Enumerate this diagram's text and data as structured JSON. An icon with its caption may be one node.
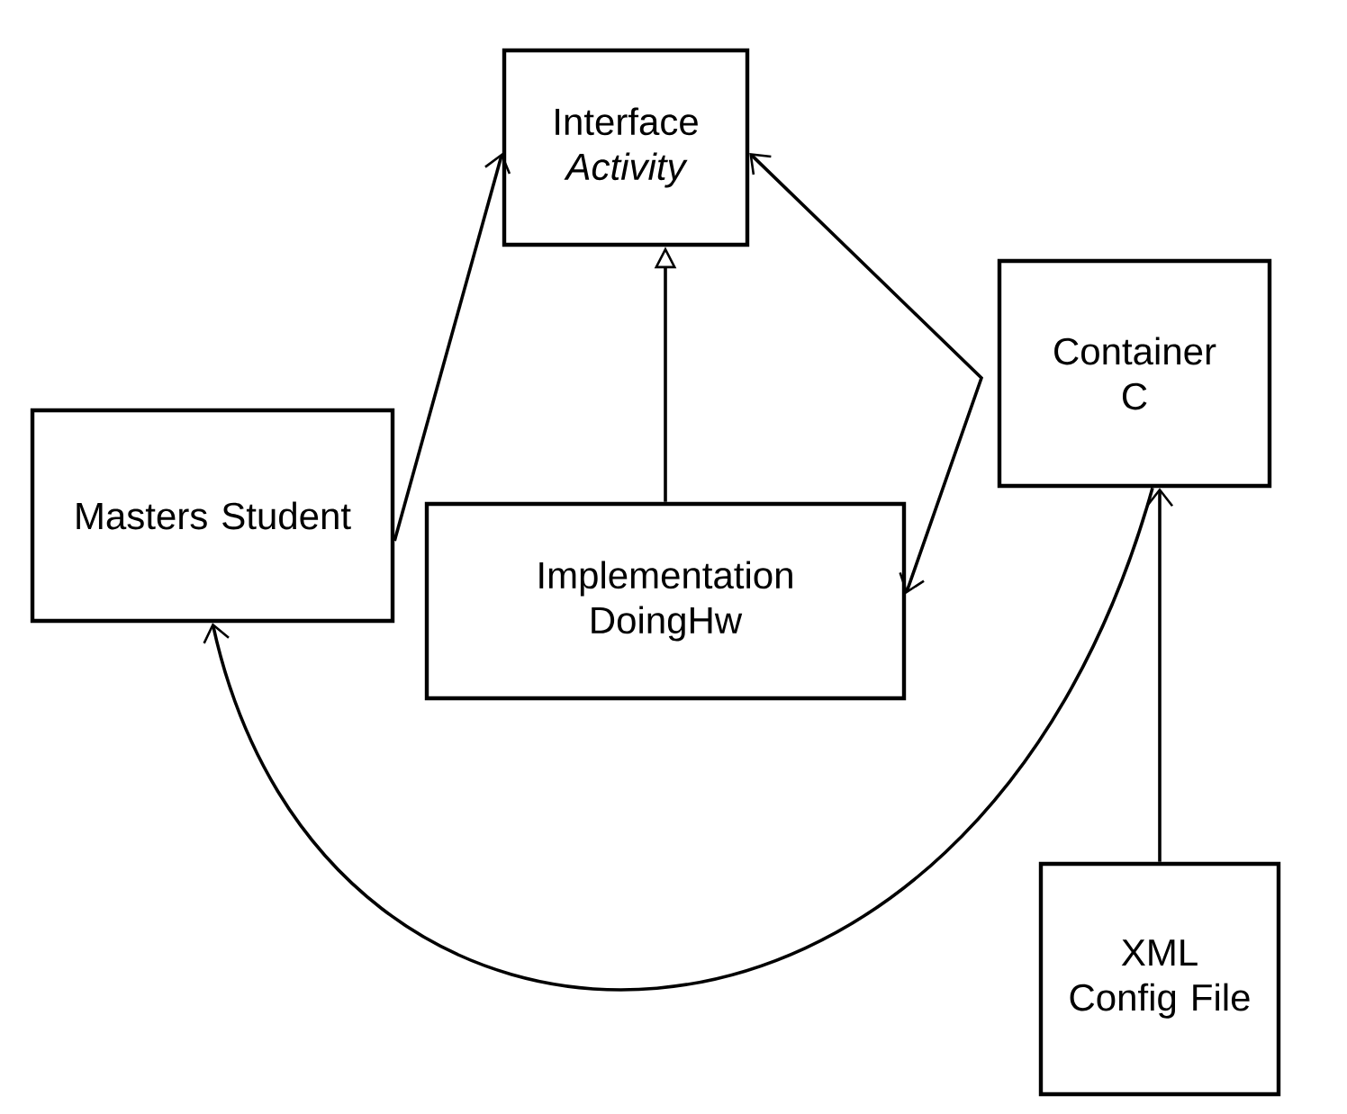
{
  "diagram": {
    "nodes": [
      {
        "text": [
          "Interface",
          "Activity"
        ]
      },
      {
        "text": [
          "Container",
          "C"
        ]
      },
      {
        "text": [
          "Masters Student"
        ]
      },
      {
        "text": [
          "Implementation",
          "DoingHw"
        ]
      },
      {
        "text": [
          "XML Config File"
        ]
      }
    ],
    "edges": [
      {
        "from": 2,
        "to": 0,
        "arrow": "to"
      },
      {
        "from": 3,
        "to": 0,
        "arrow": "to"
      },
      {
        "from": 0,
        "to": 3,
        "arrow": "both"
      },
      {
        "from": 1,
        "to": 2,
        "arrow": "to"
      },
      {
        "from": 4,
        "to": 1,
        "arrow": "to"
      }
    ]
  }
}
